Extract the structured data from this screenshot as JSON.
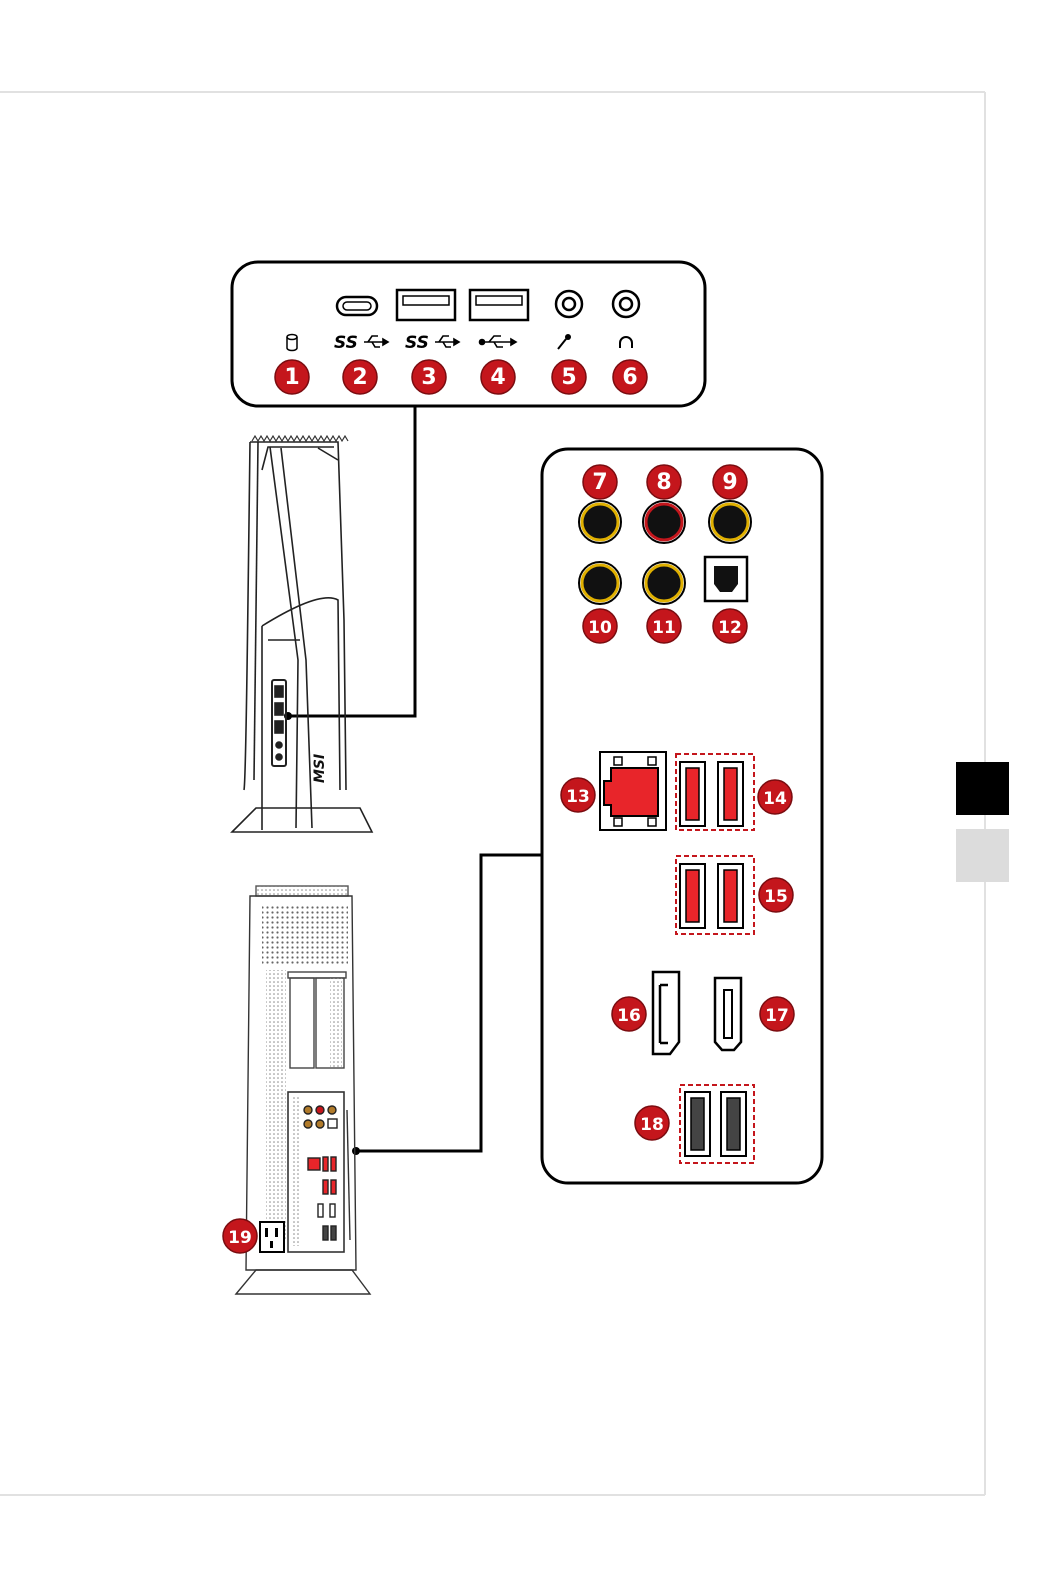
{
  "front_panel": {
    "symbols": {
      "usb3_a": "SS",
      "usb3_b": "SS"
    },
    "callouts": [
      "1",
      "2",
      "3",
      "4",
      "5",
      "6"
    ]
  },
  "rear_panel": {
    "callouts": [
      "7",
      "8",
      "9",
      "10",
      "11",
      "12",
      "13",
      "14",
      "15",
      "16",
      "17",
      "18"
    ]
  },
  "power_callout": "19",
  "case_logo": "MSI",
  "colors": {
    "callout_red": "#c4161c",
    "usb_red": "#e8252a",
    "jack_ring_gold": "#e0b000",
    "tab_active": "#000000",
    "tab_inactive": "#dcdcdc",
    "frame_line": "#e1e1e1"
  },
  "icons": {
    "1": "hdd-led-icon",
    "2": "usb-c-port-icon",
    "3": "usb-3-a-port-icon",
    "4": "usb-2-port-icon",
    "5": "microphone-jack-icon",
    "6": "headphone-jack-icon",
    "12": "optical-spdif-icon",
    "13": "lan-port-icon",
    "16": "displayport-icon",
    "17": "hdmi-port-icon",
    "19": "power-jack-icon"
  }
}
